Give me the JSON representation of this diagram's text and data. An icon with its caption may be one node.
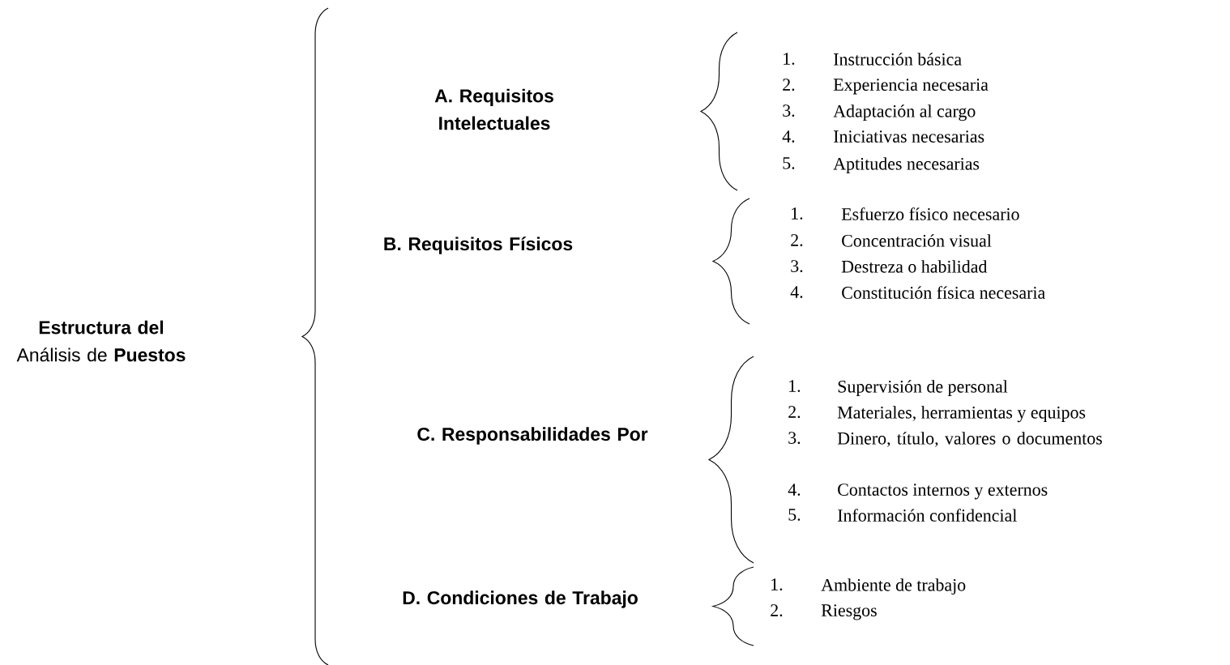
{
  "diagram": {
    "labels": [
      "**Estructura del** Análisis de **Puestos**",
      "A. Requisitos Intelectuales",
      "1.",
      "Instrucción básica",
      "2.",
      "Experiencia necesaria",
      "3.",
      "Adaptación al cargo",
      "4.",
      "Iniciativas necesarias",
      "5.",
      "Aptitudes necesarias",
      "B. Requisitos Físicos",
      "1.",
      "Esfuerzo físico necesario",
      "2.",
      "Concentración visual",
      "3.",
      "Destreza o habilidad",
      "4.",
      "Constitución física necesaria",
      "C. Responsabilidades Por",
      "1.",
      "Supervisión de personal",
      "2.",
      "Materiales, herramientas y equipos",
      "3.",
      "Dinero, título, valores o documentos",
      "4.",
      "Contactos internos y externos",
      "5.",
      "Información confidencial",
      "D. Condiciones de Trabajo",
      "1.",
      "Ambiente de trabajo",
      "2.",
      "Riesgos"
    ]
  }
}
